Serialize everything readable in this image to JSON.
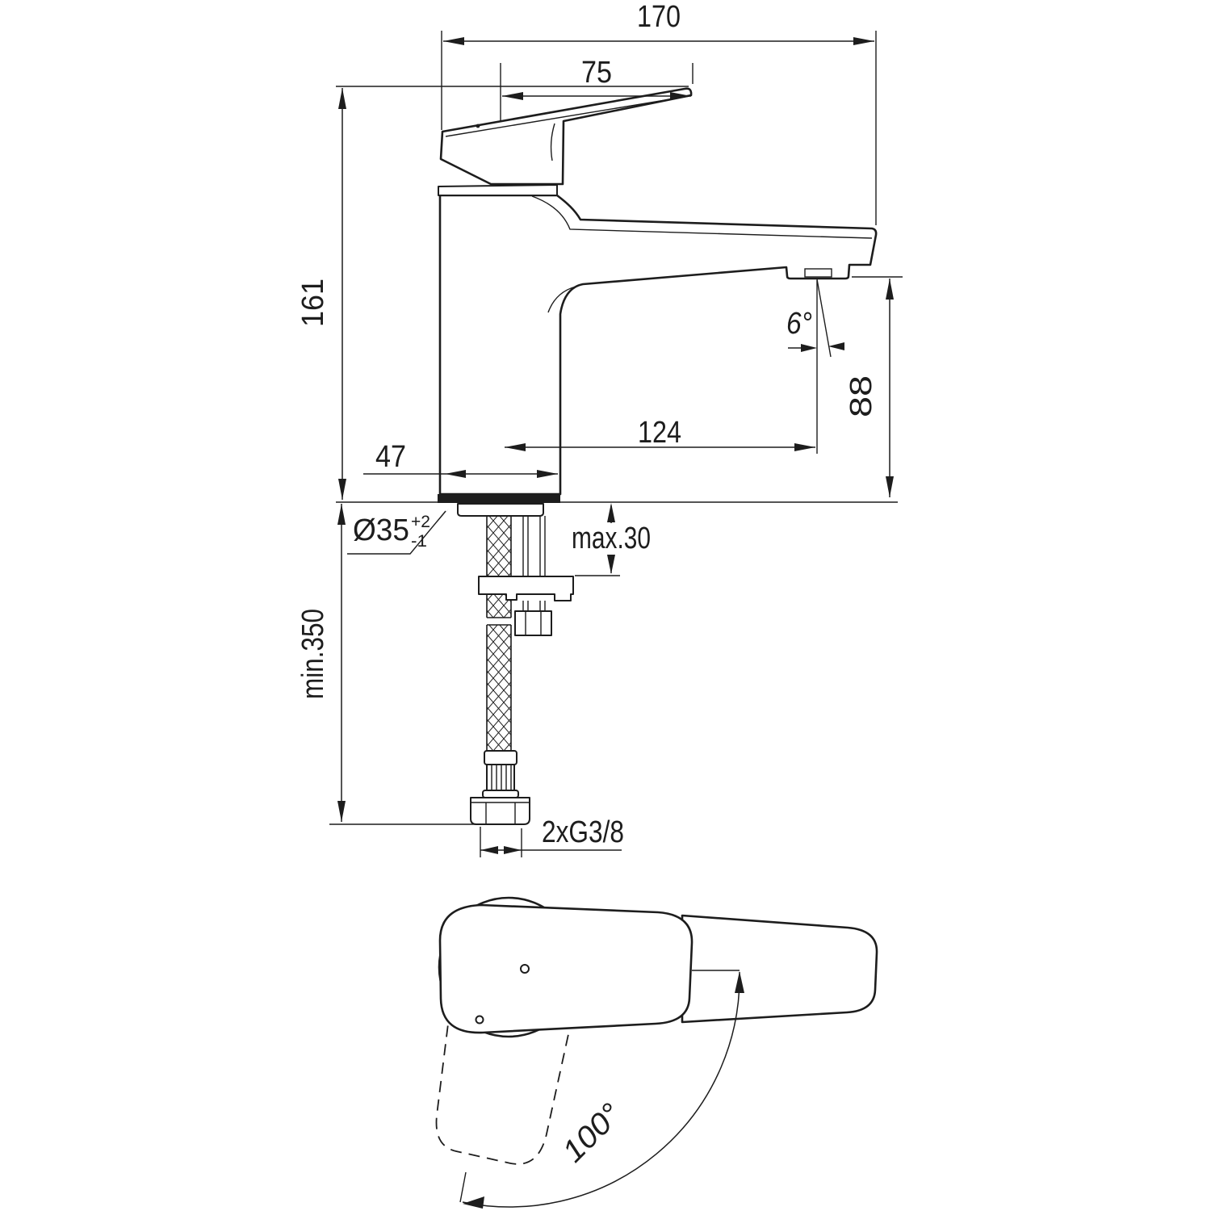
{
  "page": {
    "background": "#ffffff",
    "line_color": "#1d1d1d"
  },
  "side_view": {
    "overall_length": "170",
    "handle_length": "75",
    "total_height": "161",
    "base_width": "47",
    "spout_reach": "124",
    "outlet_height": "88",
    "outlet_angle": "6°",
    "mount_hole_diameter": "Ø35",
    "mount_hole_tol_upper": "+2",
    "mount_hole_tol_lower": "-1",
    "max_deck_thickness": "max.30",
    "min_hose_clearance": "min.350",
    "supply_connection": "2xG3/8"
  },
  "top_view": {
    "handle_swivel_angle": "100°"
  }
}
